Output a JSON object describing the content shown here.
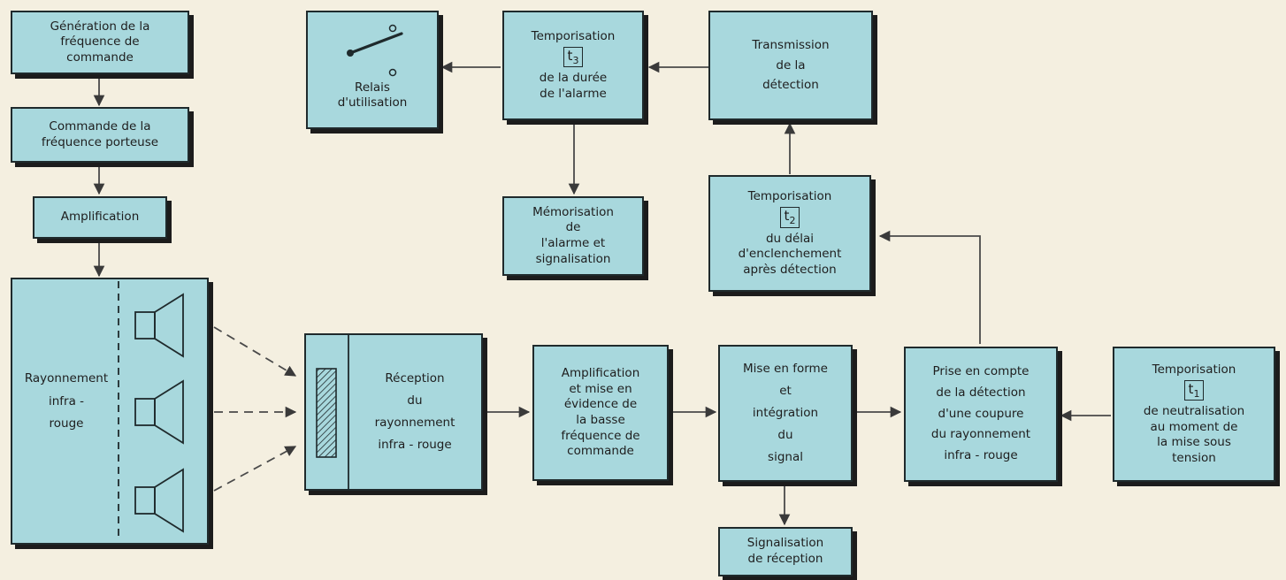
{
  "blocks": {
    "gen": [
      "Génération de la",
      "fréquence de",
      "commande"
    ],
    "cmd": [
      "Commande de la",
      "fréquence porteuse"
    ],
    "amp1": [
      "Amplification"
    ],
    "ray": [
      "Rayonnement",
      "infra -",
      "rouge"
    ],
    "recep": [
      "Réception",
      "du",
      "rayonnement",
      "infra - rouge"
    ],
    "amp2": [
      "Amplification",
      "et mise en",
      "évidence de",
      "la basse",
      "fréquence de",
      "commande"
    ],
    "mise": [
      "Mise en forme",
      "et",
      "intégration",
      "du",
      "signal"
    ],
    "signal_recep": [
      "Signalisation",
      "de réception"
    ],
    "prise": [
      "Prise en compte",
      "de la détection",
      "d'une coupure",
      "du rayonnement",
      "infra - rouge"
    ],
    "t1": {
      "title": "Temporisation",
      "tag": "t",
      "sub": "1",
      "lines": [
        "de neutralisation",
        "au moment de",
        "la mise sous",
        "tension"
      ]
    },
    "t2": {
      "title": "Temporisation",
      "tag": "t",
      "sub": "2",
      "lines": [
        "du délai",
        "d'enclenchement",
        "après détection"
      ]
    },
    "trans": [
      "Transmission",
      "de la",
      "détection"
    ],
    "t3": {
      "title": "Temporisation",
      "tag": "t",
      "sub": "3",
      "lines": [
        "de la durée",
        "de l'alarme"
      ]
    },
    "memo": [
      "Mémorisation",
      "de",
      "l'alarme et",
      "signalisation"
    ],
    "relais": [
      "Relais",
      "d'utilisation"
    ]
  },
  "colors": {
    "box_fill": "#a8d8dd",
    "border": "#1f2a2c",
    "background": "#f4efe0",
    "wire": "#4a4a4a"
  }
}
